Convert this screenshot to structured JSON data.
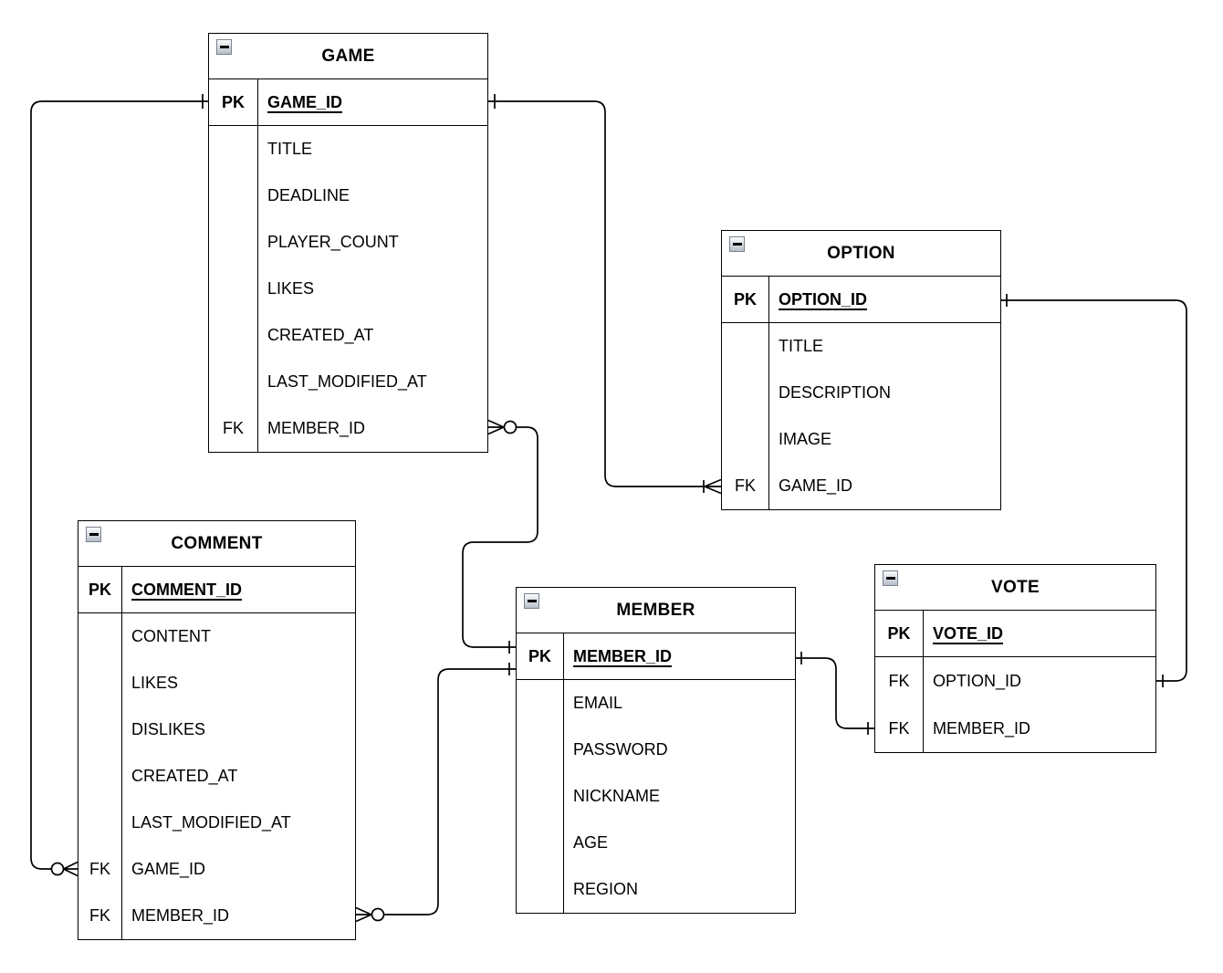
{
  "diagram": {
    "type": "entity-relationship",
    "colors": {
      "line": "#000000",
      "background": "#ffffff",
      "text": "#000000",
      "icon_border": "#79828e",
      "icon_fill_top": "#fbfcfd",
      "icon_fill_bottom": "#b7bec9"
    },
    "entities": [
      {
        "id": "game",
        "title": "GAME",
        "collapse_icon": "minus-icon",
        "rows": [
          {
            "key": "PK",
            "name": "GAME_ID",
            "is_pk": true
          },
          {
            "key": "",
            "name": "TITLE"
          },
          {
            "key": "",
            "name": "DEADLINE"
          },
          {
            "key": "",
            "name": "PLAYER_COUNT"
          },
          {
            "key": "",
            "name": "LIKES"
          },
          {
            "key": "",
            "name": "CREATED_AT"
          },
          {
            "key": "",
            "name": "LAST_MODIFIED_AT"
          },
          {
            "key": "FK",
            "name": "MEMBER_ID"
          }
        ]
      },
      {
        "id": "option",
        "title": "OPTION",
        "collapse_icon": "minus-icon",
        "rows": [
          {
            "key": "PK",
            "name": "OPTION_ID",
            "is_pk": true
          },
          {
            "key": "",
            "name": "TITLE"
          },
          {
            "key": "",
            "name": "DESCRIPTION"
          },
          {
            "key": "",
            "name": "IMAGE"
          },
          {
            "key": "FK",
            "name": "GAME_ID"
          }
        ]
      },
      {
        "id": "comment",
        "title": "COMMENT",
        "collapse_icon": "minus-icon",
        "rows": [
          {
            "key": "PK",
            "name": "COMMENT_ID",
            "is_pk": true
          },
          {
            "key": "",
            "name": "CONTENT"
          },
          {
            "key": "",
            "name": "LIKES"
          },
          {
            "key": "",
            "name": "DISLIKES"
          },
          {
            "key": "",
            "name": "CREATED_AT"
          },
          {
            "key": "",
            "name": "LAST_MODIFIED_AT"
          },
          {
            "key": "FK",
            "name": "GAME_ID"
          },
          {
            "key": "FK",
            "name": "MEMBER_ID"
          }
        ]
      },
      {
        "id": "member",
        "title": "MEMBER",
        "collapse_icon": "minus-icon",
        "rows": [
          {
            "key": "PK",
            "name": "MEMBER_ID",
            "is_pk": true
          },
          {
            "key": "",
            "name": "EMAIL"
          },
          {
            "key": "",
            "name": "PASSWORD"
          },
          {
            "key": "",
            "name": "NICKNAME"
          },
          {
            "key": "",
            "name": "AGE"
          },
          {
            "key": "",
            "name": "REGION"
          }
        ]
      },
      {
        "id": "vote",
        "title": "VOTE",
        "collapse_icon": "minus-icon",
        "rows": [
          {
            "key": "PK",
            "name": "VOTE_ID",
            "is_pk": true
          },
          {
            "key": "FK",
            "name": "OPTION_ID"
          },
          {
            "key": "FK",
            "name": "MEMBER_ID"
          }
        ]
      }
    ],
    "relationships": [
      {
        "from": "GAME.GAME_ID",
        "to": "COMMENT.GAME_ID",
        "from_cardinality": "one",
        "to_cardinality": "zero-or-many"
      },
      {
        "from": "GAME.GAME_ID",
        "to": "OPTION.GAME_ID",
        "from_cardinality": "one",
        "to_cardinality": "one-or-many"
      },
      {
        "from": "GAME.MEMBER_ID",
        "to": "MEMBER.MEMBER_ID",
        "from_cardinality": "zero-or-many",
        "to_cardinality": "one"
      },
      {
        "from": "COMMENT.MEMBER_ID",
        "to": "MEMBER.MEMBER_ID",
        "from_cardinality": "zero-or-many",
        "to_cardinality": "one"
      },
      {
        "from": "MEMBER.MEMBER_ID",
        "to": "VOTE.MEMBER_ID",
        "from_cardinality": "one",
        "to_cardinality": "one"
      },
      {
        "from": "OPTION.OPTION_ID",
        "to": "VOTE.OPTION_ID",
        "from_cardinality": "one",
        "to_cardinality": "one"
      }
    ]
  }
}
